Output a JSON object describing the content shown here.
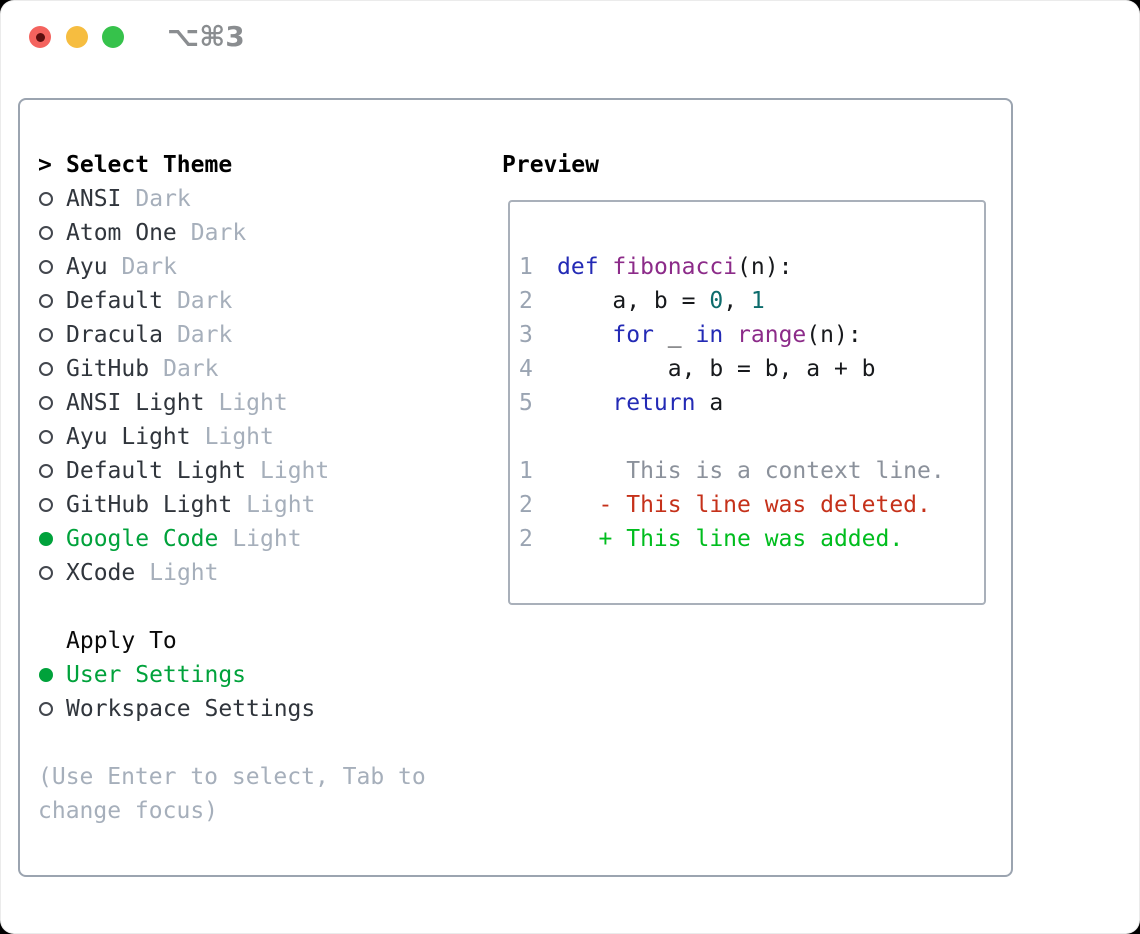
{
  "titlebar": {
    "shortcut": "⌥⌘3",
    "traffic_lights": [
      "close",
      "minimize",
      "zoom"
    ]
  },
  "theme_selector": {
    "cursor": ">",
    "heading": "Select Theme",
    "items": [
      {
        "name": "ANSI",
        "variant": "Dark",
        "selected": false
      },
      {
        "name": "Atom One",
        "variant": "Dark",
        "selected": false
      },
      {
        "name": "Ayu",
        "variant": "Dark",
        "selected": false
      },
      {
        "name": "Default",
        "variant": "Dark",
        "selected": false
      },
      {
        "name": "Dracula",
        "variant": "Dark",
        "selected": false
      },
      {
        "name": "GitHub",
        "variant": "Dark",
        "selected": false
      },
      {
        "name": "ANSI Light",
        "variant": "Light",
        "selected": false
      },
      {
        "name": "Ayu Light",
        "variant": "Light",
        "selected": false
      },
      {
        "name": "Default Light",
        "variant": "Light",
        "selected": false
      },
      {
        "name": "GitHub Light",
        "variant": "Light",
        "selected": false
      },
      {
        "name": "Google Code",
        "variant": "Light",
        "selected": true
      },
      {
        "name": "XCode",
        "variant": "Light",
        "selected": false
      }
    ],
    "apply_heading": "Apply To",
    "apply_options": [
      {
        "label": "User Settings",
        "selected": true
      },
      {
        "label": "Workspace Settings",
        "selected": false
      }
    ],
    "hint": "(Use Enter to select, Tab to change focus)"
  },
  "preview": {
    "heading": "Preview",
    "code_lines": [
      {
        "num": "1",
        "tokens": [
          {
            "text": "def",
            "style": "kw"
          },
          {
            "text": " ",
            "style": "pl"
          },
          {
            "text": "fibonacci",
            "style": "fn"
          },
          {
            "text": "(n):",
            "style": "pl"
          }
        ]
      },
      {
        "num": "2",
        "tokens": [
          {
            "text": "    a, b = ",
            "style": "pl"
          },
          {
            "text": "0",
            "style": "nu"
          },
          {
            "text": ", ",
            "style": "pl"
          },
          {
            "text": "1",
            "style": "nu"
          }
        ]
      },
      {
        "num": "3",
        "tokens": [
          {
            "text": "    ",
            "style": "pl"
          },
          {
            "text": "for",
            "style": "kw"
          },
          {
            "text": " _ ",
            "style": "pl"
          },
          {
            "text": "in",
            "style": "kw"
          },
          {
            "text": " ",
            "style": "pl"
          },
          {
            "text": "range",
            "style": "fn"
          },
          {
            "text": "(n):",
            "style": "pl"
          }
        ]
      },
      {
        "num": "4",
        "tokens": [
          {
            "text": "        a, b = b, a + b",
            "style": "pl"
          }
        ]
      },
      {
        "num": "5",
        "tokens": [
          {
            "text": "    ",
            "style": "pl"
          },
          {
            "text": "return",
            "style": "kw"
          },
          {
            "text": " a",
            "style": "pl"
          }
        ]
      },
      {
        "num": "",
        "tokens": []
      },
      {
        "num": "1",
        "tokens": [
          {
            "text": "     This is a context line.",
            "style": "ctx"
          }
        ]
      },
      {
        "num": "2",
        "tokens": [
          {
            "text": "   - This line was deleted.",
            "style": "del"
          }
        ]
      },
      {
        "num": "2",
        "tokens": [
          {
            "text": "   + This line was added.",
            "style": "add"
          }
        ]
      }
    ]
  },
  "colors": {
    "accent_green": "#00a23b",
    "diff_added": "#00bd1e",
    "diff_deleted": "#c5311a",
    "keyword": "#232ab5",
    "function": "#8c2b89",
    "number": "#0d6c6c",
    "muted": "#a6afbb",
    "traffic_red": "#f4635e",
    "traffic_yellow": "#f6bd40",
    "traffic_green": "#36c24b"
  }
}
